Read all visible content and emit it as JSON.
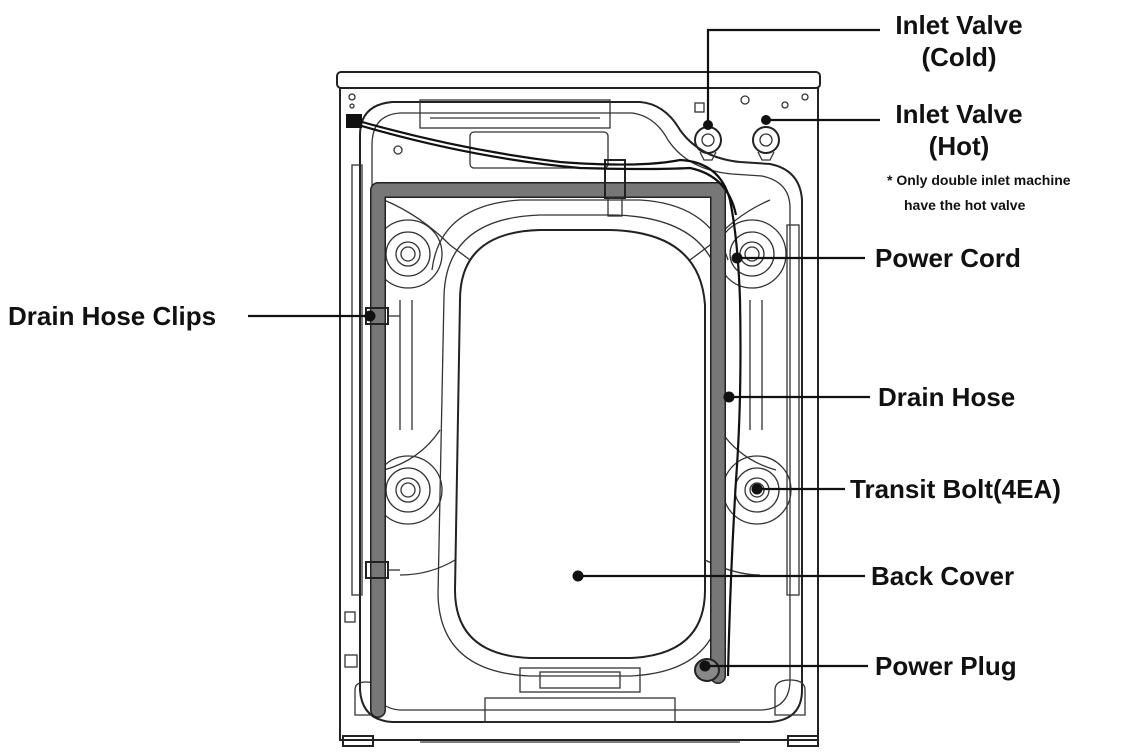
{
  "labels": {
    "inlet_cold_line1": "Inlet Valve",
    "inlet_cold_line2": "(Cold)",
    "inlet_hot_line1": "Inlet Valve",
    "inlet_hot_line2": "(Hot)",
    "note_line1": "* Only double inlet machine",
    "note_line2": "have the hot valve",
    "power_cord": "Power Cord",
    "drain_hose_clips": "Drain Hose Clips",
    "drain_hose": "Drain Hose",
    "transit_bolt": "Transit Bolt(4EA)",
    "back_cover": "Back Cover",
    "power_plug": "Power Plug"
  }
}
